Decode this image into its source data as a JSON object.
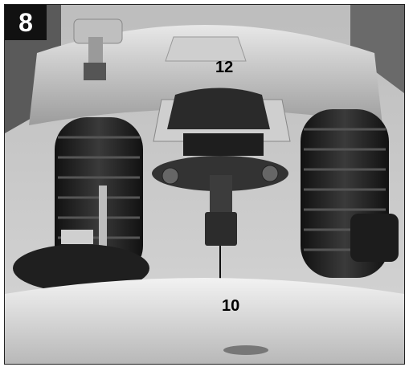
{
  "figure": {
    "number": "8",
    "callouts": [
      {
        "id": "12",
        "label": "12"
      },
      {
        "id": "10",
        "label": "10"
      }
    ]
  },
  "palette": {
    "background": "#c9c9c9",
    "metal": "#d7d7d7",
    "rubber": "#2a2a2a",
    "dark": "#111111"
  }
}
